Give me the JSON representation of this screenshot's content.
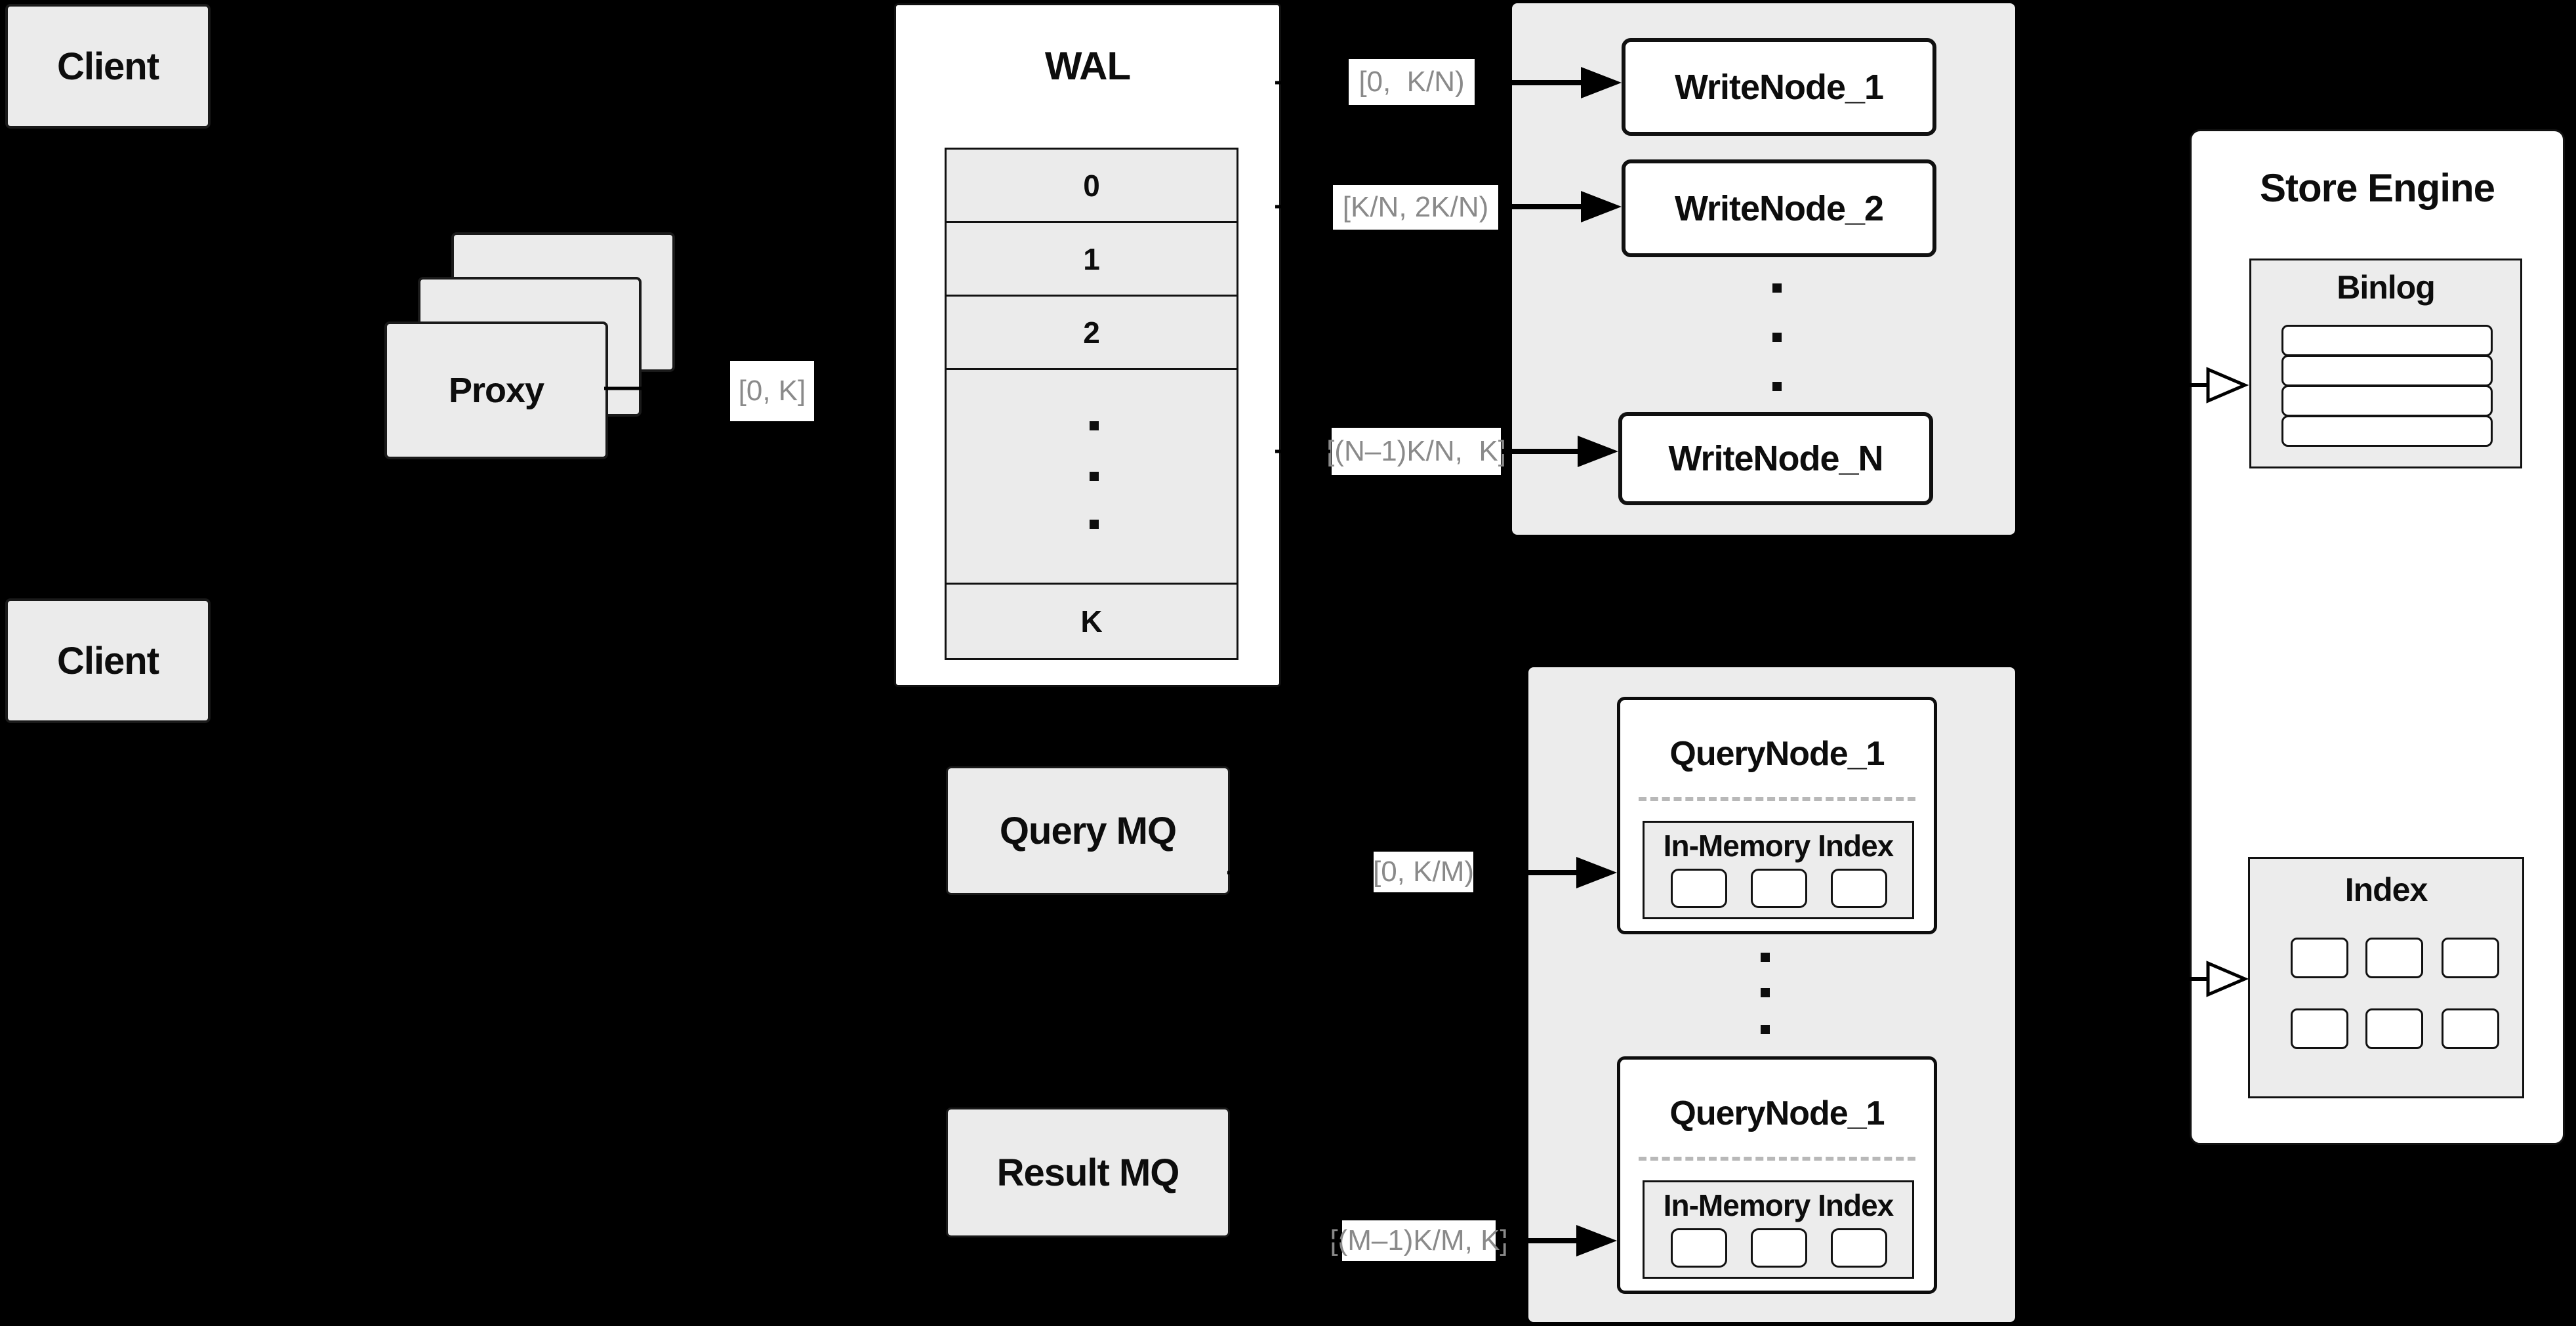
{
  "clients": {
    "top": "Client",
    "bottom": "Client"
  },
  "proxy": {
    "label": "Proxy"
  },
  "range_labels": {
    "proxy_out": "[0, K]",
    "wn1": "[0,  K/N)",
    "wn2": "[K/N, 2K/N)",
    "wnn": "[(N–1)K/N,  K]",
    "qn1": "[0, K/M)",
    "qn2": "[(M–1)K/M, K]"
  },
  "wal": {
    "title": "WAL",
    "rows": [
      "0",
      "1",
      "2",
      "K"
    ]
  },
  "write_nodes": {
    "node1": "WriteNode_1",
    "node2": "WriteNode_2",
    "nodeN": "WriteNode_N"
  },
  "query_nodes": {
    "node1": {
      "title": "QueryNode_1",
      "inner_title": "In-Memory Index"
    },
    "node2": {
      "title": "QueryNode_1",
      "inner_title": "In-Memory Index"
    }
  },
  "mq": {
    "query": "Query MQ",
    "result": "Result MQ"
  },
  "store_engine": {
    "title": "Store Engine",
    "binlog_title": "Binlog",
    "index_title": "Index"
  },
  "colors": {
    "background": "#000000",
    "box_fill_gray": "#ebebeb",
    "box_fill_white": "#ffffff",
    "border": "#111111",
    "label_text_gray": "#8a8a8a"
  }
}
